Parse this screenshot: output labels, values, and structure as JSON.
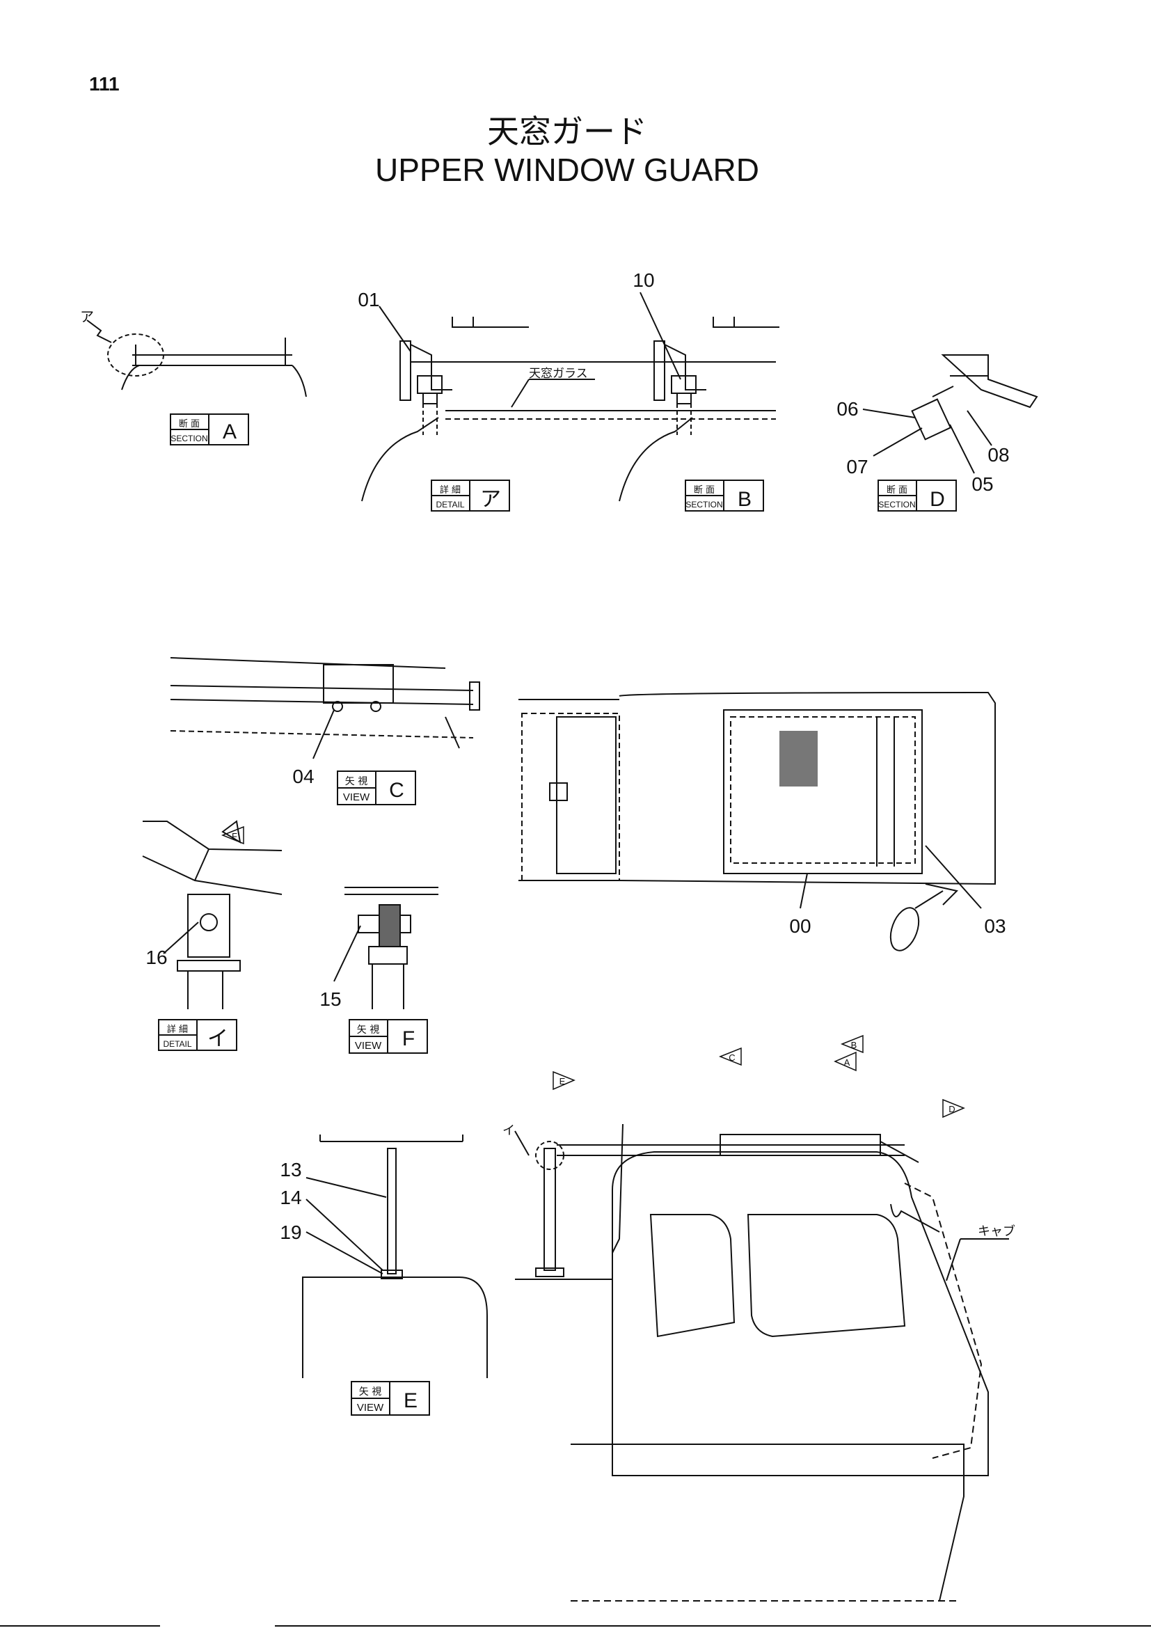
{
  "page_number": "111",
  "title_jp": "天窓ガード",
  "title_en": "UPPER WINDOW GUARD",
  "views": [
    {
      "id": "section-a",
      "jp": "断 面",
      "en": "SECTION",
      "letter": "A"
    },
    {
      "id": "detail-a",
      "jp": "詳 細",
      "en": "DETAIL",
      "letter": "ア"
    },
    {
      "id": "section-b",
      "jp": "断 面",
      "en": "SECTION",
      "letter": "B"
    },
    {
      "id": "section-d",
      "jp": "断 面",
      "en": "SECTION",
      "letter": "D"
    },
    {
      "id": "view-c",
      "jp": "矢 視",
      "en": "VIEW",
      "letter": "C"
    },
    {
      "id": "detail-i",
      "jp": "詳 細",
      "en": "DETAIL",
      "letter": "イ"
    },
    {
      "id": "view-f",
      "jp": "矢 視",
      "en": "VIEW",
      "letter": "F"
    },
    {
      "id": "view-e",
      "jp": "矢 視",
      "en": "VIEW",
      "letter": "E"
    }
  ],
  "part_numbers": [
    "00",
    "01",
    "03",
    "04",
    "05",
    "06",
    "07",
    "08",
    "10",
    "13",
    "14",
    "15",
    "16",
    "19"
  ],
  "annotations": {
    "glass": "天窓ガラス",
    "cab": "キャブ",
    "detail_mark_a": "ア",
    "detail_mark_i": "イ"
  },
  "view_arrows": [
    "A",
    "B",
    "C",
    "D",
    "E",
    "F"
  ]
}
